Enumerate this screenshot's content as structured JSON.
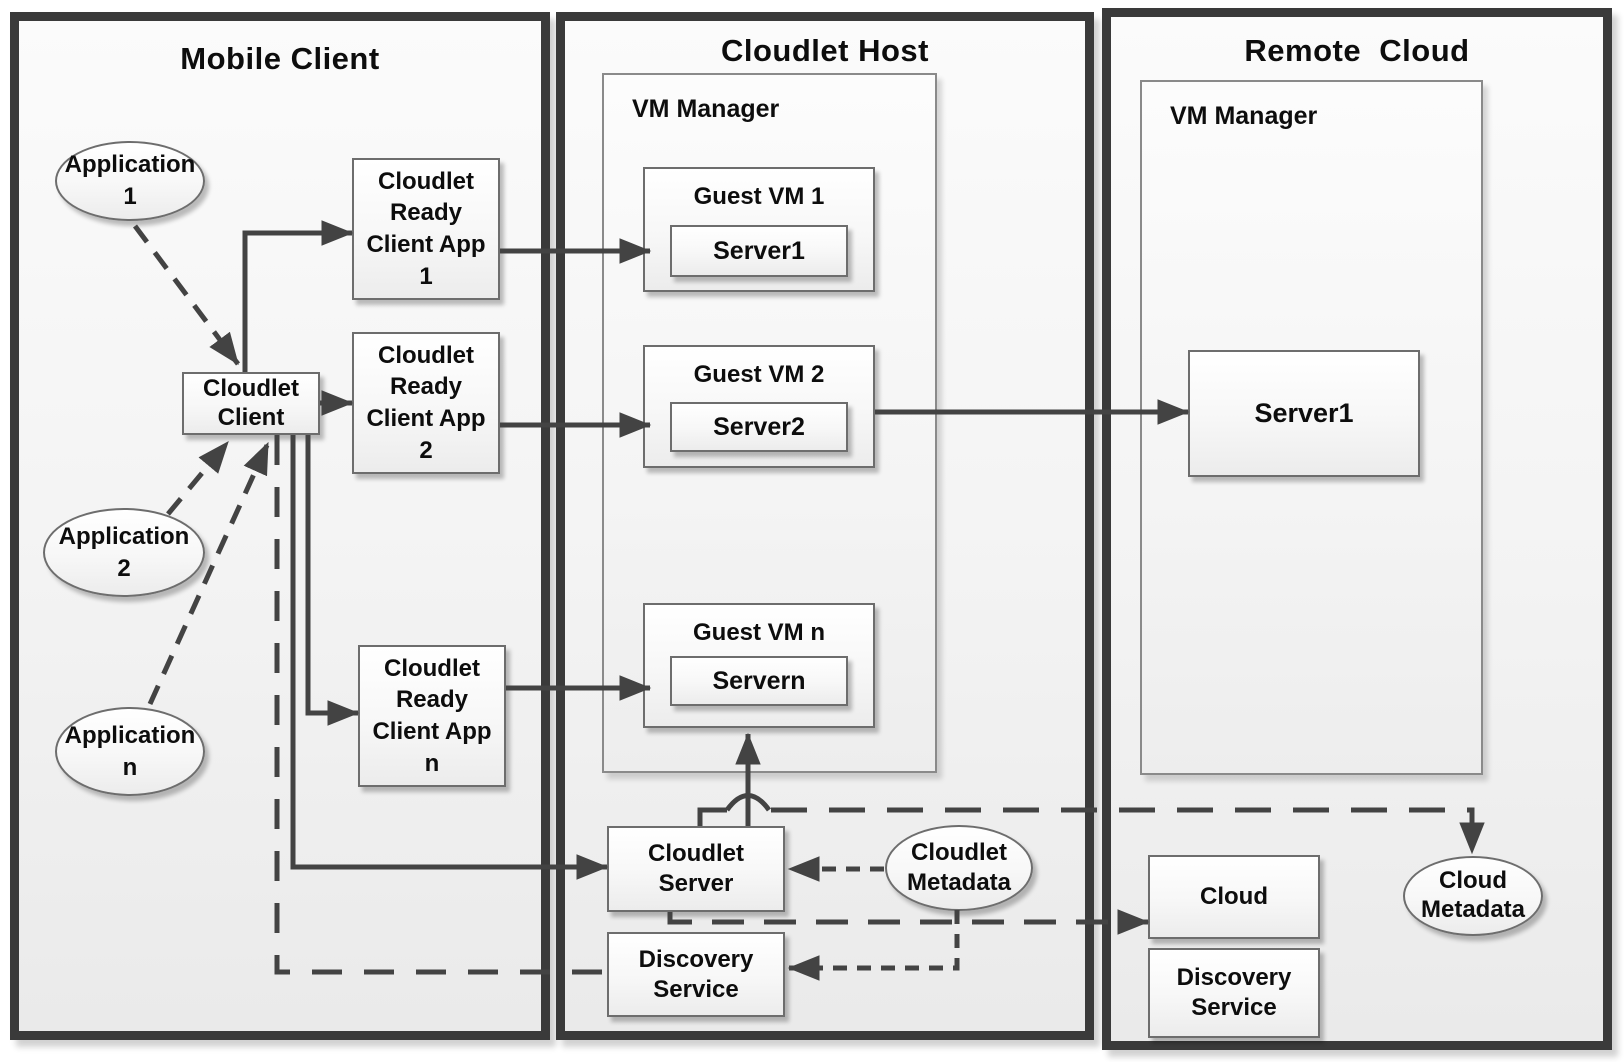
{
  "mobile": {
    "title": "Mobile Client",
    "application1": "Application\n1",
    "application2": "Application\n2",
    "application_n": "Application\nn",
    "cloudlet_client": "Cloudlet\nClient",
    "ready_app1": "Cloudlet\nReady\nClient App\n1",
    "ready_app2": "Cloudlet\nReady\nClient App\n2",
    "ready_app_n": "Cloudlet\nReady\nClient App\nn"
  },
  "cloudlet_host": {
    "title": "Cloudlet Host",
    "vm_manager": "VM Manager",
    "guest_vm1": "Guest VM 1",
    "server1": "Server1",
    "guest_vm2": "Guest VM 2",
    "server2": "Server2",
    "guest_vm_n": "Guest VM n",
    "server_n": "Servern",
    "cloudlet_server": "Cloudlet\nServer",
    "discovery_service": "Discovery\nService",
    "cloudlet_metadata": "Cloudlet\nMetadata"
  },
  "remote_cloud": {
    "title": "Remote  Cloud",
    "vm_manager": "VM Manager",
    "server1": "Server1",
    "cloud": "Cloud",
    "discovery_service": "Discovery\nService",
    "cloud_metadata": "Cloud\nMetadata"
  },
  "colors": {
    "panel_border": "#3a3a3a",
    "box_border": "#6d6d6d",
    "connector": "#434343",
    "text": "#0d0d0d",
    "background": "#ffffff"
  }
}
